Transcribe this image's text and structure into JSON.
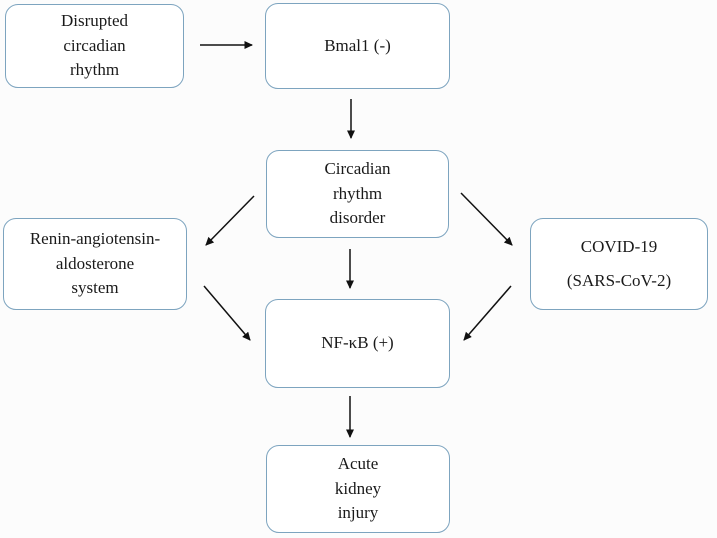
{
  "diagram": {
    "type": "flowchart",
    "colors": {
      "box_border": "#7da4bf",
      "box_fill": "#ffffff",
      "arrow": "#111111",
      "text": "#1a1a1a",
      "background": "#fcfcfc"
    },
    "nodes": [
      {
        "id": "disrupted-circadian-rhythm",
        "label": "Disrupted\ncircadian\nrhythm"
      },
      {
        "id": "bmal1",
        "label": "Bmal1 (-)"
      },
      {
        "id": "circadian-rhythm-disorder",
        "label": "Circadian\nrhythm\ndisorder"
      },
      {
        "id": "renin-angiotensin-aldosterone-system",
        "label": "Renin-angiotensin-\naldosterone\nsystem"
      },
      {
        "id": "covid-19",
        "label": "COVID-19\n(SARS-CoV-2)"
      },
      {
        "id": "nf-kb",
        "label": "NF-κB (+)"
      },
      {
        "id": "acute-kidney-injury",
        "label": "Acute\nkidney\ninjury"
      }
    ],
    "edges": [
      {
        "from": "disrupted-circadian-rhythm",
        "to": "bmal1"
      },
      {
        "from": "bmal1",
        "to": "circadian-rhythm-disorder"
      },
      {
        "from": "circadian-rhythm-disorder",
        "to": "renin-angiotensin-aldosterone-system"
      },
      {
        "from": "circadian-rhythm-disorder",
        "to": "covid-19"
      },
      {
        "from": "circadian-rhythm-disorder",
        "to": "nf-kb"
      },
      {
        "from": "renin-angiotensin-aldosterone-system",
        "to": "nf-kb"
      },
      {
        "from": "covid-19",
        "to": "nf-kb"
      },
      {
        "from": "nf-kb",
        "to": "acute-kidney-injury"
      }
    ]
  }
}
